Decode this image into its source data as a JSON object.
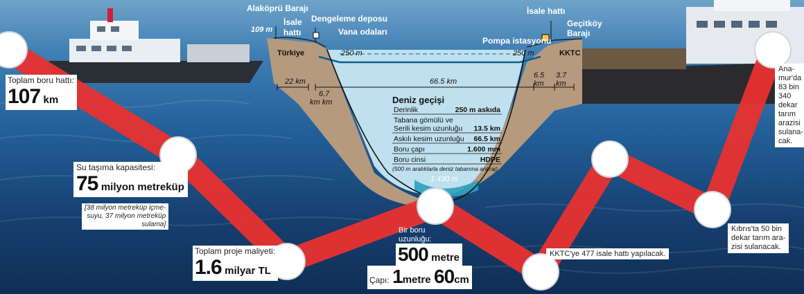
{
  "diagram": {
    "labels": {
      "alakopru": "Alaköprü Barajı",
      "isale_left": "İsale\nhattı",
      "dengeleme": "Dengeleme deposu",
      "vana": "Vana odaları",
      "isale_right": "İsale hattı",
      "gecitkoy": "Geçitköy\nBarajı",
      "pompa": "Pompa istasyonu",
      "turkiye": "Türkiye",
      "kktc": "KKTC",
      "m109": "109 m",
      "m250_left": "250 m",
      "m250_right": "250 m",
      "km22": "22 km",
      "km67": "6.7\nkm",
      "km_small": "km",
      "km665": "66.5 km",
      "km65": "6.5\nkm",
      "km37": "3.7\nkm",
      "depth_bottom": "1.430 m"
    },
    "table": {
      "title": "Deniz geçişi",
      "rows": [
        {
          "k": "Derinlik",
          "v": "250 m askıda"
        },
        {
          "k": "Tabana gömülü ve",
          "v": ""
        },
        {
          "k": "Serili kesim uzunluğu",
          "v": "13.5 km"
        },
        {
          "k": "Askılı kesim uzunluğu",
          "v": "66.5 km"
        },
        {
          "k": "Boru çapı",
          "v": "1.600 mm"
        },
        {
          "k": "Boru cinsi",
          "v": "HDPE"
        }
      ],
      "note": "(500 m aralıklarla deniz tabanına ankraj)"
    }
  },
  "stats": {
    "pipe_total": {
      "label": "Toplam boru hattı:",
      "value": "107",
      "unit": "km"
    },
    "capacity": {
      "label": "Su taşıma kapasitesi:",
      "value": "75",
      "unit": "milyon metreküp",
      "note": "[38 milyon metreküp içme-\nsuyu, 37 milyon metreküp\nsulama]"
    },
    "cost": {
      "label": "Toplam proje maliyeti:",
      "value": "1.6",
      "unit": "milyar TL"
    },
    "pipe_length": {
      "label": "Bir boru\nuzunluğu:",
      "value": "500",
      "unit": "metre"
    },
    "diameter": {
      "label": "Çapı:",
      "value1": "1",
      "unit1": "metre",
      "value2": "60",
      "unit2": "cm"
    },
    "kktc_line": {
      "label": "KKTC'ye 477 isale hattı yapılacak."
    },
    "anamur": {
      "label": "Ana-\nmur'da\n83 bin\n340\ndekar\ntarım\narazisi\nsulana-\ncak."
    },
    "kibris": {
      "label": "Kıbrıs'ta 50 bin\ndekar tarım ara-\nzisi sulanacak."
    }
  },
  "colors": {
    "sea": "#225f98",
    "route": "#e8312f",
    "ground": "#b59a7e",
    "water": "#bfe0ee"
  }
}
